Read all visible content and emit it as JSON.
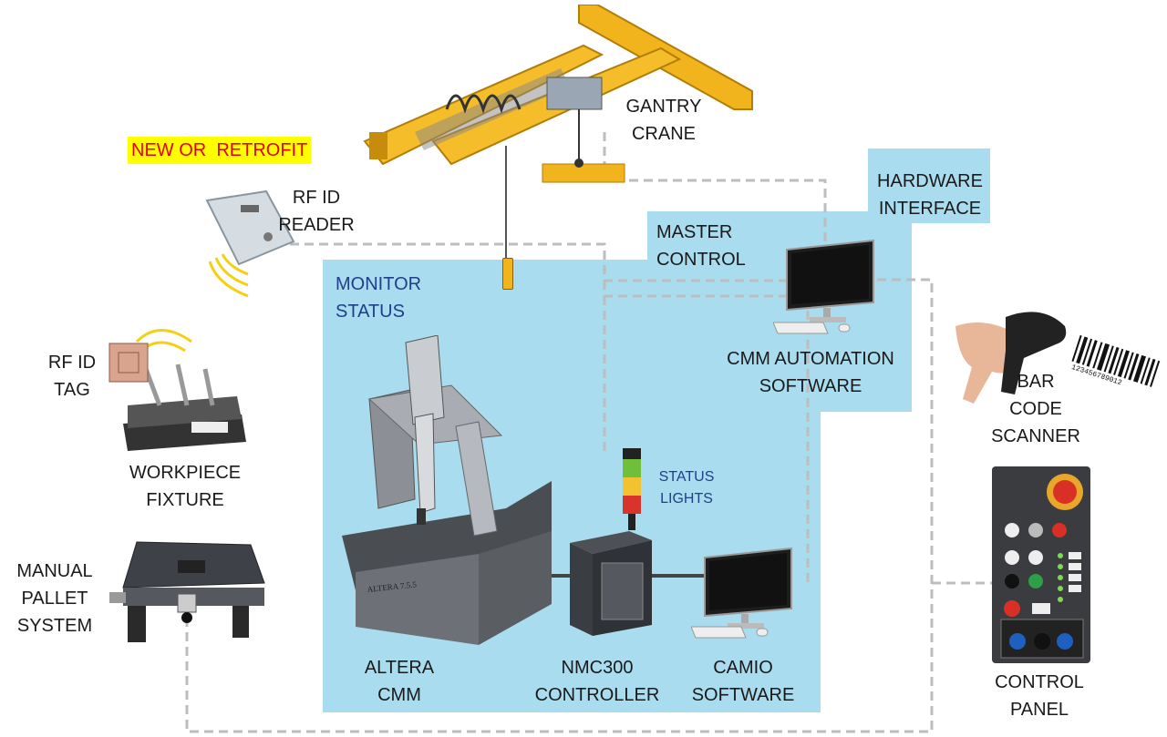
{
  "labels": {
    "gantry_crane": [
      "GANTRY",
      "CRANE"
    ],
    "new_or_retrofit": "NEW OR  RETROFIT",
    "rf_id_reader": [
      "RF ID",
      "READER"
    ],
    "rf_id_tag": [
      "RF ID",
      "TAG"
    ],
    "workpiece_fixture": [
      "WORKPIECE",
      "FIXTURE"
    ],
    "manual_pallet_system": [
      "MANUAL",
      "PALLET",
      "SYSTEM"
    ],
    "hardware_interface": [
      "HARDWARE",
      "INTERFACE"
    ],
    "master_control": [
      "MASTER",
      "CONTROL"
    ],
    "monitor_status": [
      "MONITOR",
      "STATUS"
    ],
    "cmm_automation_software": [
      "CMM AUTOMATION",
      "SOFTWARE"
    ],
    "bar_code_scanner": [
      "BAR",
      "CODE",
      "SCANNER"
    ],
    "status_lights": [
      "STATUS",
      "LIGHTS"
    ],
    "altera_cmm": [
      "ALTERA",
      "CMM"
    ],
    "nmc300_controller": [
      "NMC300",
      "CONTROLLER"
    ],
    "camio_software": [
      "CAMIO",
      "SOFTWARE"
    ],
    "control_panel": [
      "CONTROL",
      "PANEL"
    ],
    "machine_plate": "ALTERA 7.5.5",
    "barcode_digits": "123456789012"
  },
  "colors": {
    "zone_blue": "#a9dcef",
    "crane_yellow": "#f2b41c",
    "dashed_link": "#bdbdbd",
    "highlight_bg": "#ffff00",
    "highlight_text": "#e60000",
    "label_blue": "#1f3f8a"
  }
}
